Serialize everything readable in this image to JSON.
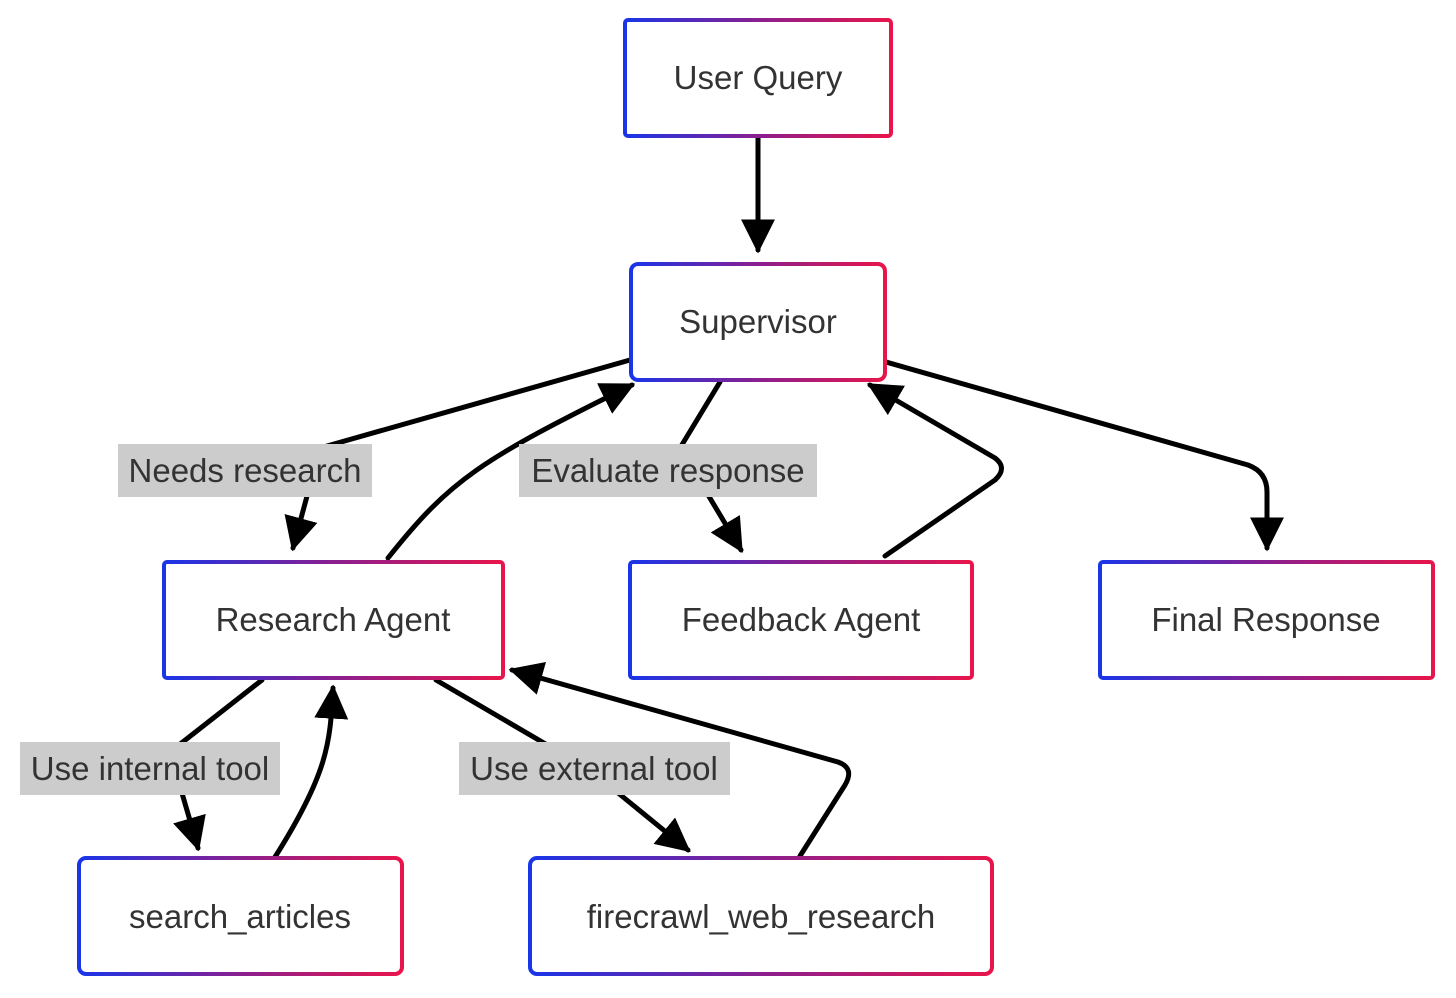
{
  "colors": {
    "border_gradient_start": "#1a35e8",
    "border_gradient_mid": "#8a1f8f",
    "border_gradient_end": "#e8154b",
    "edge": "#000000",
    "edge_label_background": "#cccccc",
    "text": "#333333"
  },
  "nodes": {
    "user_query": "User Query",
    "supervisor": "Supervisor",
    "research_agent": "Research Agent",
    "feedback_agent": "Feedback Agent",
    "final_response": "Final Response",
    "search_articles": "search_articles",
    "firecrawl_web_research": "firecrawl_web_research"
  },
  "edges": {
    "needs_research": "Needs research",
    "evaluate_response": "Evaluate response",
    "use_internal_tool": "Use internal tool",
    "use_external_tool": "Use external tool"
  }
}
